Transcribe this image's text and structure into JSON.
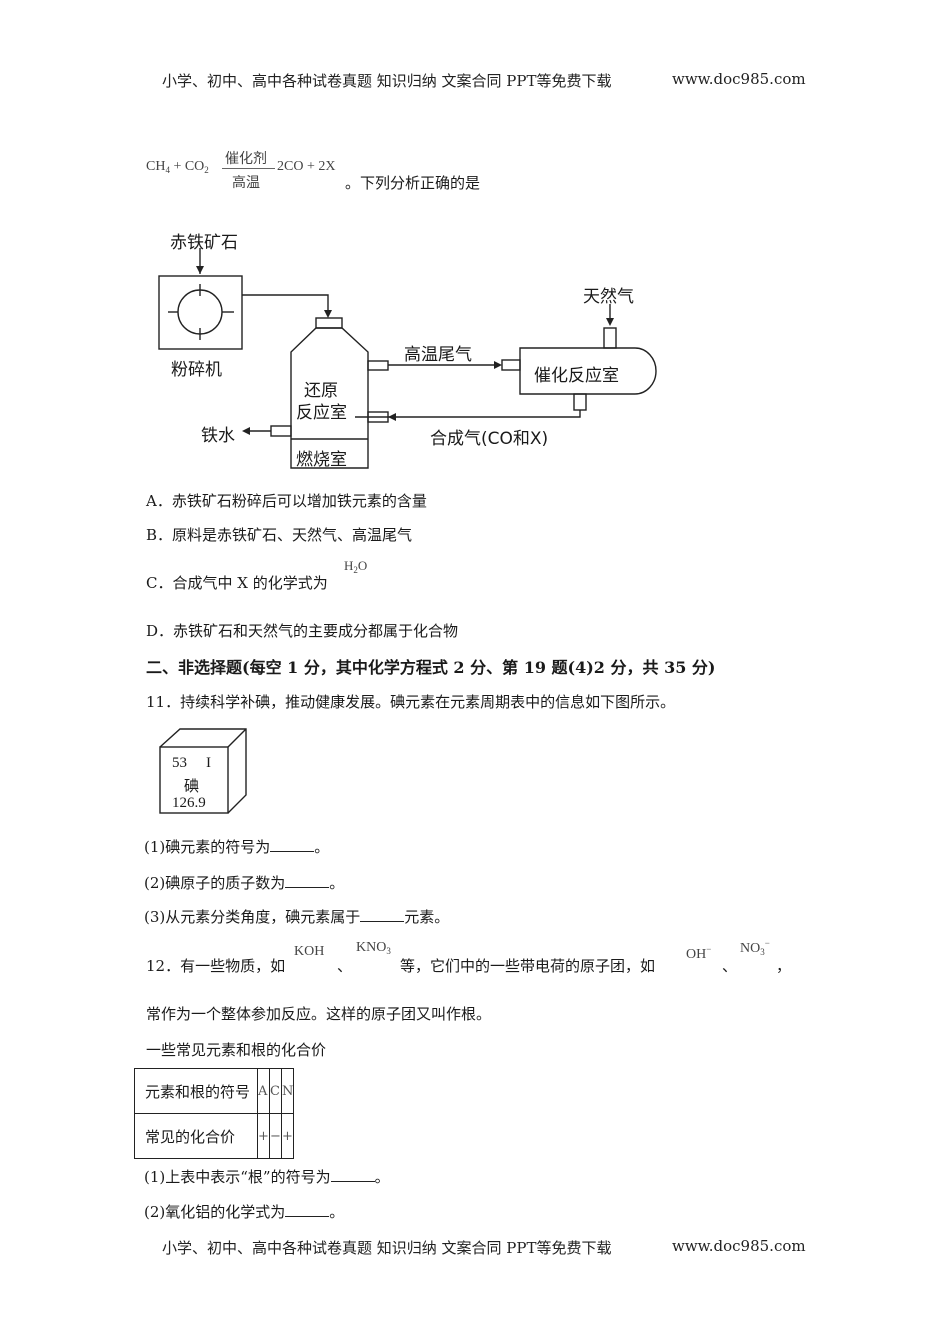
{
  "header": {
    "left": "小学、初中、高中各种试卷真题  知识归纳  文案合同  PPT等免费下载",
    "right": "www.doc985.com"
  },
  "footer": {
    "left": "小学、初中、高中各种试卷真题  知识归纳  文案合同  PPT等免费下载",
    "right": "www.doc985.com"
  },
  "equation": {
    "lhs_a": "CH",
    "lhs_a_sub": "4",
    "plus1": " + CO",
    "lhs_b_sub": "2",
    "cond_top": "催化剂",
    "cond_bottom": "高温",
    "rhs": "2CO + 2X",
    "tail": "。下列分析正确的是"
  },
  "diagram": {
    "ore": "赤铁矿石",
    "crusher": "粉碎机",
    "reduction1": "还原",
    "reduction2": "反应室",
    "burner": "燃烧室",
    "natural_gas": "天然气",
    "exhaust": "高温尾气",
    "catalytic": "催化反应室",
    "syngas": "合成气(CO和X)",
    "molten_iron": "铁水"
  },
  "options": {
    "a": "A．赤铁矿石粉碎后可以增加铁元素的含量",
    "b": "B．原料是赤铁矿石、天然气、高温尾气",
    "c_text": "C．合成气中 X 的化学式为",
    "c_formula_h": "H",
    "c_formula_sub": "2",
    "c_formula_o": "O",
    "d": "D．赤铁矿石和天然气的主要成分都属于化合物"
  },
  "section2_title": "二、非选择题(每空 1 分，其中化学方程式 2 分、第 19 题(4)2 分，共 35 分)",
  "q11": {
    "stem": "11．持续科学补碘，推动健康发展。碘元素在元素周期表中的信息如下图所示。",
    "cell": {
      "number": "53",
      "symbol": "I",
      "name": "碘",
      "mass": "126.9"
    },
    "p1": "(1)碘元素的符号为",
    "p2": "(2)碘原子的质子数为",
    "p3_a": "(3)从元素分类角度，碘元素属于",
    "p3_b": "元素。",
    "end": "。"
  },
  "q12": {
    "stem_a": "12．有一些物质，如",
    "koh": "KOH",
    "sep": "、",
    "kno": "KNO",
    "kno_sub": "3",
    "stem_b": "等，它们中的一些带电荷的原子团，如",
    "oh": "OH",
    "oh_sup": "−",
    "no": "NO",
    "no_sub": "3",
    "no_sup": "−",
    "comma": "，",
    "line2": "常作为一个整体参加反应。这样的原子团又叫作根。",
    "table_caption": "一些常见元素和根的化合价",
    "row1_label": "元素和根的符号",
    "row2_label": "常见的化合价",
    "row1_cells": [
      "A",
      "C",
      "N"
    ],
    "row2_cells": [
      "+",
      "−",
      "+"
    ],
    "p1": "(1)上表中表示“根”的符号为",
    "p2": "(2)氧化铝的化学式为",
    "end": "。"
  }
}
